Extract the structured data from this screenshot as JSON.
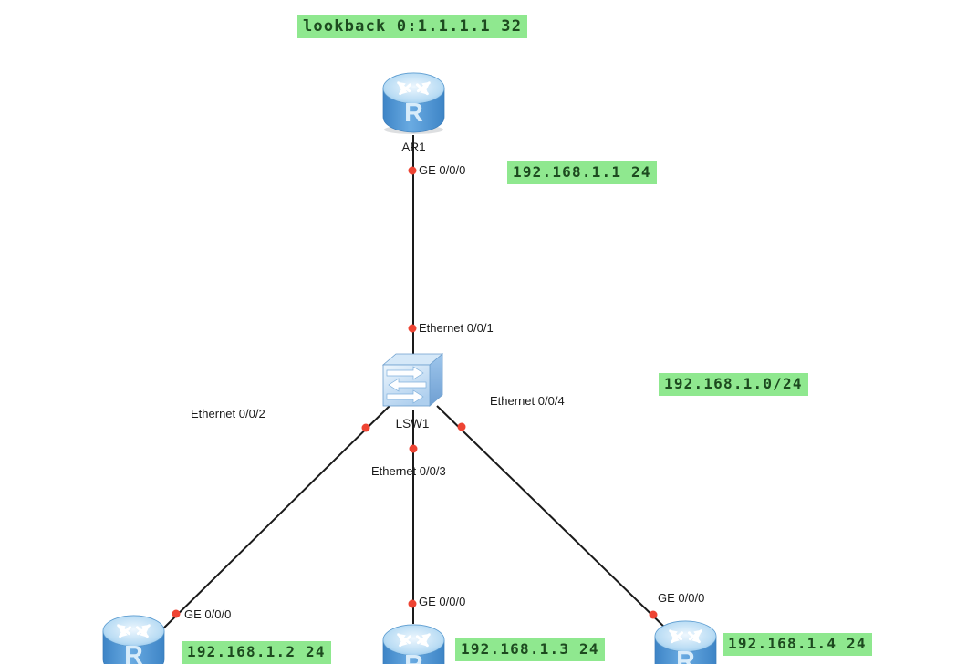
{
  "canvas": {
    "devices": {
      "ar1": {
        "name": "AR1",
        "type": "router"
      },
      "lsw1": {
        "name": "LSW1",
        "type": "switch"
      },
      "router2": {
        "type": "router"
      },
      "router3": {
        "type": "router"
      },
      "router4": {
        "type": "router"
      }
    },
    "interfaces": {
      "ar1_ge000": "GE 0/0/0",
      "lsw1_eth001": "Ethernet 0/0/1",
      "lsw1_eth002": "Ethernet 0/0/2",
      "lsw1_eth003": "Ethernet 0/0/3",
      "lsw1_eth004": "Ethernet 0/0/4",
      "router2_ge000": "GE 0/0/0",
      "router3_ge000": "GE 0/0/0",
      "router4_ge000": "GE 0/0/0"
    },
    "annotations": {
      "loopback": "lookback 0:1.1.1.1 32",
      "network": "192.168.1.0/24",
      "ip_ar1": "192.168.1.1 24",
      "ip_router2": "192.168.1.2 24",
      "ip_router3": "192.168.1.3 24",
      "ip_router4": "192.168.1.4 24"
    },
    "colors": {
      "annotation_bg": "#8fe88f",
      "annotation_text": "#1d4a1f",
      "link_line": "#1a1a1a",
      "port_dot": "#ee4433",
      "device_blue": "#4f96d8"
    }
  }
}
